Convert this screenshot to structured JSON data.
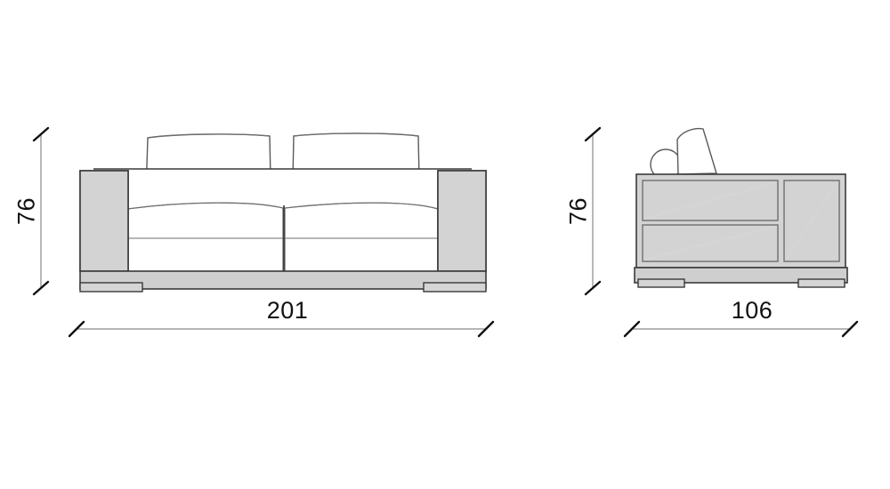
{
  "drawing": {
    "type": "furniture-technical-drawing",
    "subject": "two-seat sofa",
    "units": "cm",
    "background_color": "#ffffff",
    "line_color": "#3a3a3a",
    "thin_line_color": "#808080",
    "fill_panel_color": "#d3d3d3",
    "fill_cushion_color": "#ffffff",
    "fill_base_color": "#cfcfcf",
    "dimension_line_color": "#808080",
    "dimension_tick_color": "#111111",
    "text_color": "#111111"
  },
  "views": [
    {
      "id": "front-view",
      "name": "front elevation",
      "dimensions": {
        "height": {
          "value": "76",
          "orientation": "vertical",
          "position": "left"
        },
        "width": {
          "value": "201",
          "orientation": "horizontal",
          "position": "bottom"
        }
      },
      "parts": [
        {
          "name": "left-armrest",
          "fill": "#d3d3d3"
        },
        {
          "name": "right-armrest",
          "fill": "#d3d3d3"
        },
        {
          "name": "backrest-cushion-left",
          "fill": "#ffffff"
        },
        {
          "name": "backrest-cushion-right",
          "fill": "#ffffff"
        },
        {
          "name": "seat-cushion-left",
          "fill": "#ffffff"
        },
        {
          "name": "seat-cushion-right",
          "fill": "#ffffff"
        },
        {
          "name": "base-plinth",
          "fill": "#cfcfcf"
        },
        {
          "name": "foot-left",
          "fill": "#d3d3d3"
        },
        {
          "name": "foot-right",
          "fill": "#d3d3d3"
        }
      ]
    },
    {
      "id": "side-view",
      "name": "side elevation",
      "dimensions": {
        "height": {
          "value": "76",
          "orientation": "vertical",
          "position": "left"
        },
        "width": {
          "value": "106",
          "orientation": "horizontal",
          "position": "bottom"
        }
      },
      "parts": [
        {
          "name": "body-outer-frame",
          "fill": "#d3d3d3"
        },
        {
          "name": "upper-panel",
          "fill": "#d3d3d3"
        },
        {
          "name": "lower-panel",
          "fill": "#d3d3d3"
        },
        {
          "name": "side-panel",
          "fill": "#d3d3d3"
        },
        {
          "name": "bolster-cushion",
          "fill": "#ffffff"
        },
        {
          "name": "backrest-cushion",
          "fill": "#ffffff"
        },
        {
          "name": "base-plinth",
          "fill": "#cfcfcf"
        },
        {
          "name": "foot-left",
          "fill": "#d3d3d3"
        },
        {
          "name": "foot-right",
          "fill": "#d3d3d3"
        }
      ]
    }
  ],
  "labels": {
    "front_height": "76",
    "front_width": "201",
    "side_height": "76",
    "side_width": "106"
  }
}
